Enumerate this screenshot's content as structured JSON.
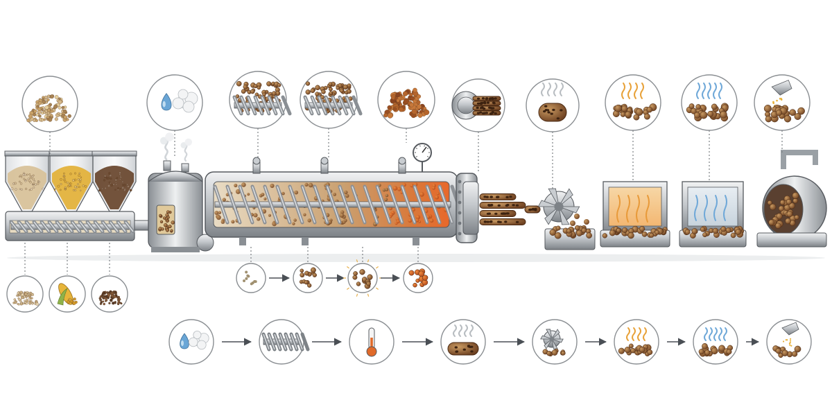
{
  "palette": {
    "background": "#ffffff",
    "steel_light": "#e4e6e8",
    "steel_mid": "#b9bdc1",
    "steel_dark": "#6f7479",
    "outline": "#55595e",
    "flour": "#d8c29a",
    "corn": "#e3b23c",
    "bran": "#6b4a32",
    "kibble_light": "#c08a4e",
    "kibble_dark": "#7a4a26",
    "hot_orange": "#e06a2a",
    "heat_wave": "#e8a23a",
    "cool_wave": "#6fa8d8",
    "water": "#6aa6d6",
    "steam": "#dfe3e6",
    "arrow": "#4a4f55"
  },
  "stages": [
    {
      "id": "ingredients",
      "icon": "grain-pile-icon"
    },
    {
      "id": "conditioning",
      "icon": "water-steam-icon"
    },
    {
      "id": "screw-feed",
      "icon": "screw-conveyor-icon"
    },
    {
      "id": "screw-mix",
      "icon": "screw-mixing-icon"
    },
    {
      "id": "cooked-mass",
      "icon": "cooked-kibble-icon"
    },
    {
      "id": "die-extrusion",
      "icon": "die-strands-icon"
    },
    {
      "id": "expanded-kibble",
      "icon": "porous-kibble-icon"
    },
    {
      "id": "drying",
      "icon": "drying-heat-icon"
    },
    {
      "id": "cooling",
      "icon": "cooling-air-icon"
    },
    {
      "id": "coating",
      "icon": "oil-coating-icon"
    }
  ],
  "ingredients": [
    {
      "id": "flour",
      "icon": "flour-pile-icon"
    },
    {
      "id": "corn",
      "icon": "corn-cob-icon"
    },
    {
      "id": "bran",
      "icon": "bran-pile-icon"
    }
  ],
  "cooking_progression": [
    {
      "id": "raw",
      "icon": "raw-particles-icon"
    },
    {
      "id": "mixed",
      "icon": "mixed-particles-icon"
    },
    {
      "id": "gelatinized",
      "icon": "gelatinized-particles-icon"
    },
    {
      "id": "cooked",
      "icon": "cooked-particles-icon"
    }
  ],
  "process_summary": [
    {
      "id": "conditioning",
      "icon": "water-steam-icon"
    },
    {
      "id": "extrusion-screw",
      "icon": "screw-icon"
    },
    {
      "id": "heating",
      "icon": "thermometer-icon"
    },
    {
      "id": "expansion",
      "icon": "porous-kibble-icon"
    },
    {
      "id": "cutting",
      "icon": "rotary-cutter-icon"
    },
    {
      "id": "drying",
      "icon": "drying-heat-icon"
    },
    {
      "id": "cooling",
      "icon": "cooling-air-icon"
    },
    {
      "id": "coating",
      "icon": "oil-coating-icon"
    }
  ]
}
